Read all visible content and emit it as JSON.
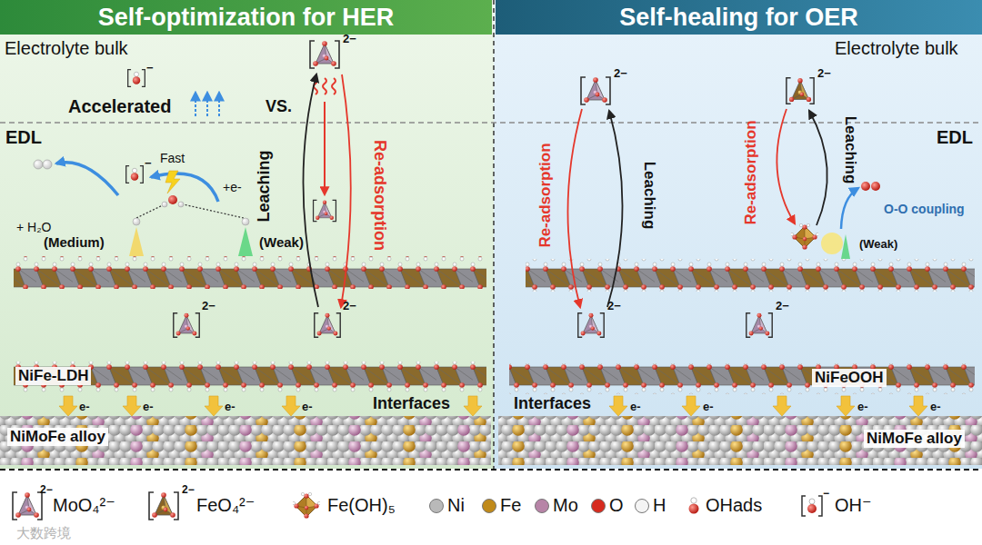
{
  "diagram": {
    "nodes": [
      {
        "text": [
          "Self-optimization for HER"
        ]
      },
      {
        "text": [
          "Self-healing for OER"
        ]
      },
      {
        "text": [
          "NiFe-LDH"
        ],
        "in": 0
      },
      {
        "text": [
          "NiMoFe alloy"
        ],
        "in": 0
      },
      {
        "text": [
          "NiFeOOH"
        ],
        "in": 1
      },
      {
        "text": [
          "NiMoFe alloy"
        ],
        "in": 1
      }
    ],
    "labels": [
      "Electrolyte bulk",
      "−",
      "Accelerated",
      "VS.",
      "2−",
      "EDL",
      "−",
      "Fast",
      "+ H₂O",
      "+e-",
      "Leaching",
      "Re-adsorption",
      "(Medium)",
      "(Weak)",
      "2−",
      "2−",
      "Interfaces",
      "e-",
      "e-",
      "e-",
      "e-",
      "Electrolyte bulk",
      "2−",
      "2−",
      "EDL",
      "Re-adsorption",
      "Leaching",
      "Re-adsorption",
      "Leaching",
      "O-O coupling",
      "(Weak)",
      "2−",
      "2−",
      "Interfaces",
      "e-",
      "e-",
      "e-",
      "e-",
      "2−",
      "2−",
      "−",
      "大数跨境"
    ],
    "legend": [
      {
        "text": "MoO₄²⁻"
      },
      {
        "text": "FeO₄²⁻"
      },
      {
        "text": "Fe(OH)₅"
      },
      {
        "text": "Ni",
        "color": "#b9b9b9"
      },
      {
        "text": "Fe",
        "color": "#c08a1a"
      },
      {
        "text": "Mo",
        "color": "#b784a7"
      },
      {
        "text": "O",
        "color": "#d62a1e"
      },
      {
        "text": "H",
        "color": "#f4f4f4"
      },
      {
        "text": "OHads"
      },
      {
        "text": "OH⁻"
      }
    ]
  }
}
